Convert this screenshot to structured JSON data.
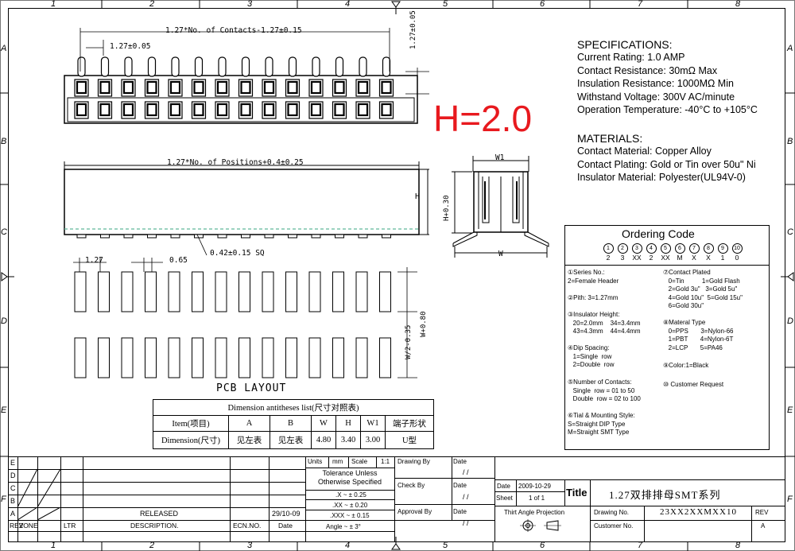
{
  "border": {
    "col_numbers": [
      "1",
      "2",
      "3",
      "4",
      "5",
      "6",
      "7",
      "8"
    ],
    "row_letters": [
      "A",
      "B",
      "C",
      "D",
      "E",
      "F"
    ]
  },
  "drawing": {
    "top_dim": "1.27*No. of Contacts-1.27±0.15",
    "pitch_dim": "1.27±0.05",
    "right_dim": "1.27±0.05",
    "mid_dim": "1.27*No. of Positions+0.4±0.25",
    "h_label": "H",
    "sq_dim": "0.42±0.15 SQ",
    "side_w1": "W1",
    "side_h": "H+0.30",
    "side_w": "W",
    "pcb_pitch": "1.27",
    "pcb_pad": "0.65",
    "pcb_w2": "W/2-0.35",
    "pcb_w": "W+0.80",
    "pcb_title": "PCB LAYOUT"
  },
  "big_label": "H=2.0",
  "specs": {
    "heading": "SPECIFICATIONS:",
    "lines": [
      "Current Rating: 1.0 AMP",
      "Contact Resistance: 30mΩ Max",
      "Insulation Resistance: 1000MΩ Min",
      "Withstand Voltage: 300V AC/minute",
      "Operation Temperature: -40°C to +105°C"
    ],
    "materials_heading": "MATERIALS:",
    "materials": [
      "Contact Material: Copper Alloy",
      "Contact Plating: Gold or Tin over 50u\" Ni",
      "Insulator Material: Polyester(UL94V-0)"
    ]
  },
  "ordering": {
    "title": "Ordering Code",
    "circles": [
      "1",
      "2",
      "3",
      "4",
      "5",
      "6",
      "7",
      "8",
      "9",
      "10"
    ],
    "codes": [
      "2",
      "3",
      "XX",
      "2",
      "XX",
      "M",
      "X",
      "X",
      "1",
      "0"
    ],
    "left": [
      [
        "①Series No.:",
        "   2=Female Header"
      ],
      [
        "②Pith: 3=1.27mm"
      ],
      [
        "③Insulator Height:",
        "   20=2.0mm    34=3.4mm",
        "   43=4.3mm    44=4.4mm"
      ],
      [
        "④Dip Spacing:",
        "   1=Single  row",
        "   2=Double  row"
      ],
      [
        "⑤Number of Contacts:",
        "   Single  row = 01 to 50",
        "   Double  row = 02 to 100"
      ],
      [
        "⑥Tial & Mounting Style:",
        "S=Straight  DIP Type",
        "M=Straight SMT Type"
      ]
    ],
    "right": [
      [
        "⑦Contact  Plated",
        "   0=Tin          1=Gold Flash",
        "   2=Gold 3u\"   3=Gold 5u\"",
        "   4=Gold 10u\"  5=Gold 15u\"",
        "   6=Gold 30u\""
      ],
      [
        "⑧Materal  Type",
        "   0=PPS       3=Nylon-66",
        "   1=PBT       4=Nylon-6T",
        "   2=LCP       5=PA46"
      ],
      [
        "⑨Color:1=Black"
      ],
      [
        "⑩ Customer Request"
      ]
    ]
  },
  "dim_table": {
    "title": "Dimension antitheses list(尺寸对照表)",
    "header": [
      "Item(项目)",
      "A",
      "B",
      "W",
      "H",
      "W1",
      "端子形状"
    ],
    "row": [
      "Dimension(尺寸)",
      "见左表",
      "见左表",
      "4.80",
      "3.40",
      "3.00",
      "U型"
    ]
  },
  "title_block": {
    "rev_letters": [
      "E",
      "D",
      "C",
      "B",
      "A"
    ],
    "released": "RELEASED",
    "released_date": "29/10-09",
    "rev_header": [
      "REV",
      "ZONE",
      "LTR",
      "DESCRIPTION.",
      "ECN.NO.",
      "Date"
    ],
    "units": [
      "Units",
      "mm",
      "Scale",
      "1:1"
    ],
    "tolerance": "Tolerance Unless Otherwise Specified",
    "tol_lines": [
      ".X  ~  ± 0.25",
      ".XX  ~  ± 0.20",
      ".XXX  ~  ± 0.15",
      "Angle  ~  ± 3°"
    ],
    "drawn_by": "Drawing By",
    "check_by": "Check  By",
    "approval_by": "Approval By",
    "date_label": "Date",
    "slash": "/  /",
    "date": "2009-10-29",
    "sheet": "Sheet",
    "sheet_val": "1 of 1",
    "title_label": "Title",
    "title_val": "1.27双排排母SMT系列",
    "projection": "Thirt Angle Projection",
    "drawing_no_label": "Drawing No.",
    "drawing_no": "23XX2XXMXX10",
    "customer_no_label": "Customer No.",
    "rev_label": "REV",
    "rev_val": "A"
  },
  "colors": {
    "big_label": "#e8191e",
    "pin_dash": "#5fb69a"
  }
}
